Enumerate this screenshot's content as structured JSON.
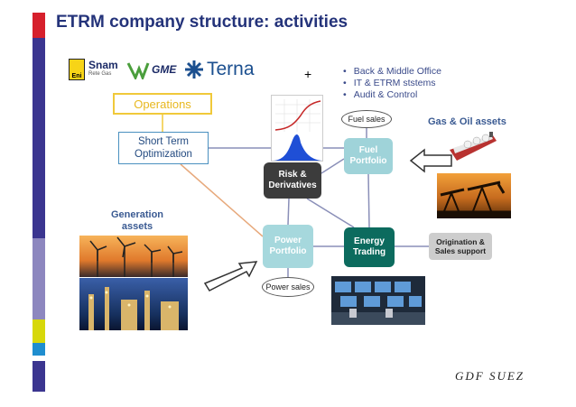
{
  "title": "ETRM company structure: activities",
  "logos": {
    "eni_text": "Eni",
    "snam_name": "Snam",
    "snam_sub": "Rete Gas",
    "gme": "GME",
    "terna": "Terna",
    "plus": "+"
  },
  "bullets": [
    "Back & Middle Office",
    "IT & ETRM ststems",
    "Audit & Control"
  ],
  "boxes": {
    "operations": "Operations",
    "short_term_1": "Short Term",
    "short_term_2": "Optimization"
  },
  "nodes": {
    "fuel_portfolio_1": "Fuel",
    "fuel_portfolio_2": "Portfolio",
    "risk_1": "Risk &",
    "risk_2": "Derivatives",
    "power_portfolio_1": "Power",
    "power_portfolio_2": "Portfolio",
    "energy_1": "Energy",
    "energy_2": "Trading",
    "origination_1": "Origination &",
    "origination_2": "Sales support"
  },
  "ovals": {
    "fuel_sales": "Fuel sales",
    "power_sales": "Power sales"
  },
  "labels": {
    "gas_oil": "Gas & Oil assets",
    "generation_1": "Generation",
    "generation_2": "assets"
  },
  "footer": "GDF SUEZ",
  "colors": {
    "title": "#24337a",
    "bar_purple": "#3b3590",
    "bar_light": "#8d87bf",
    "bar_yellow": "#d7d80a",
    "bar_blue": "#1f8ecf",
    "bar_red": "#d6202c"
  }
}
